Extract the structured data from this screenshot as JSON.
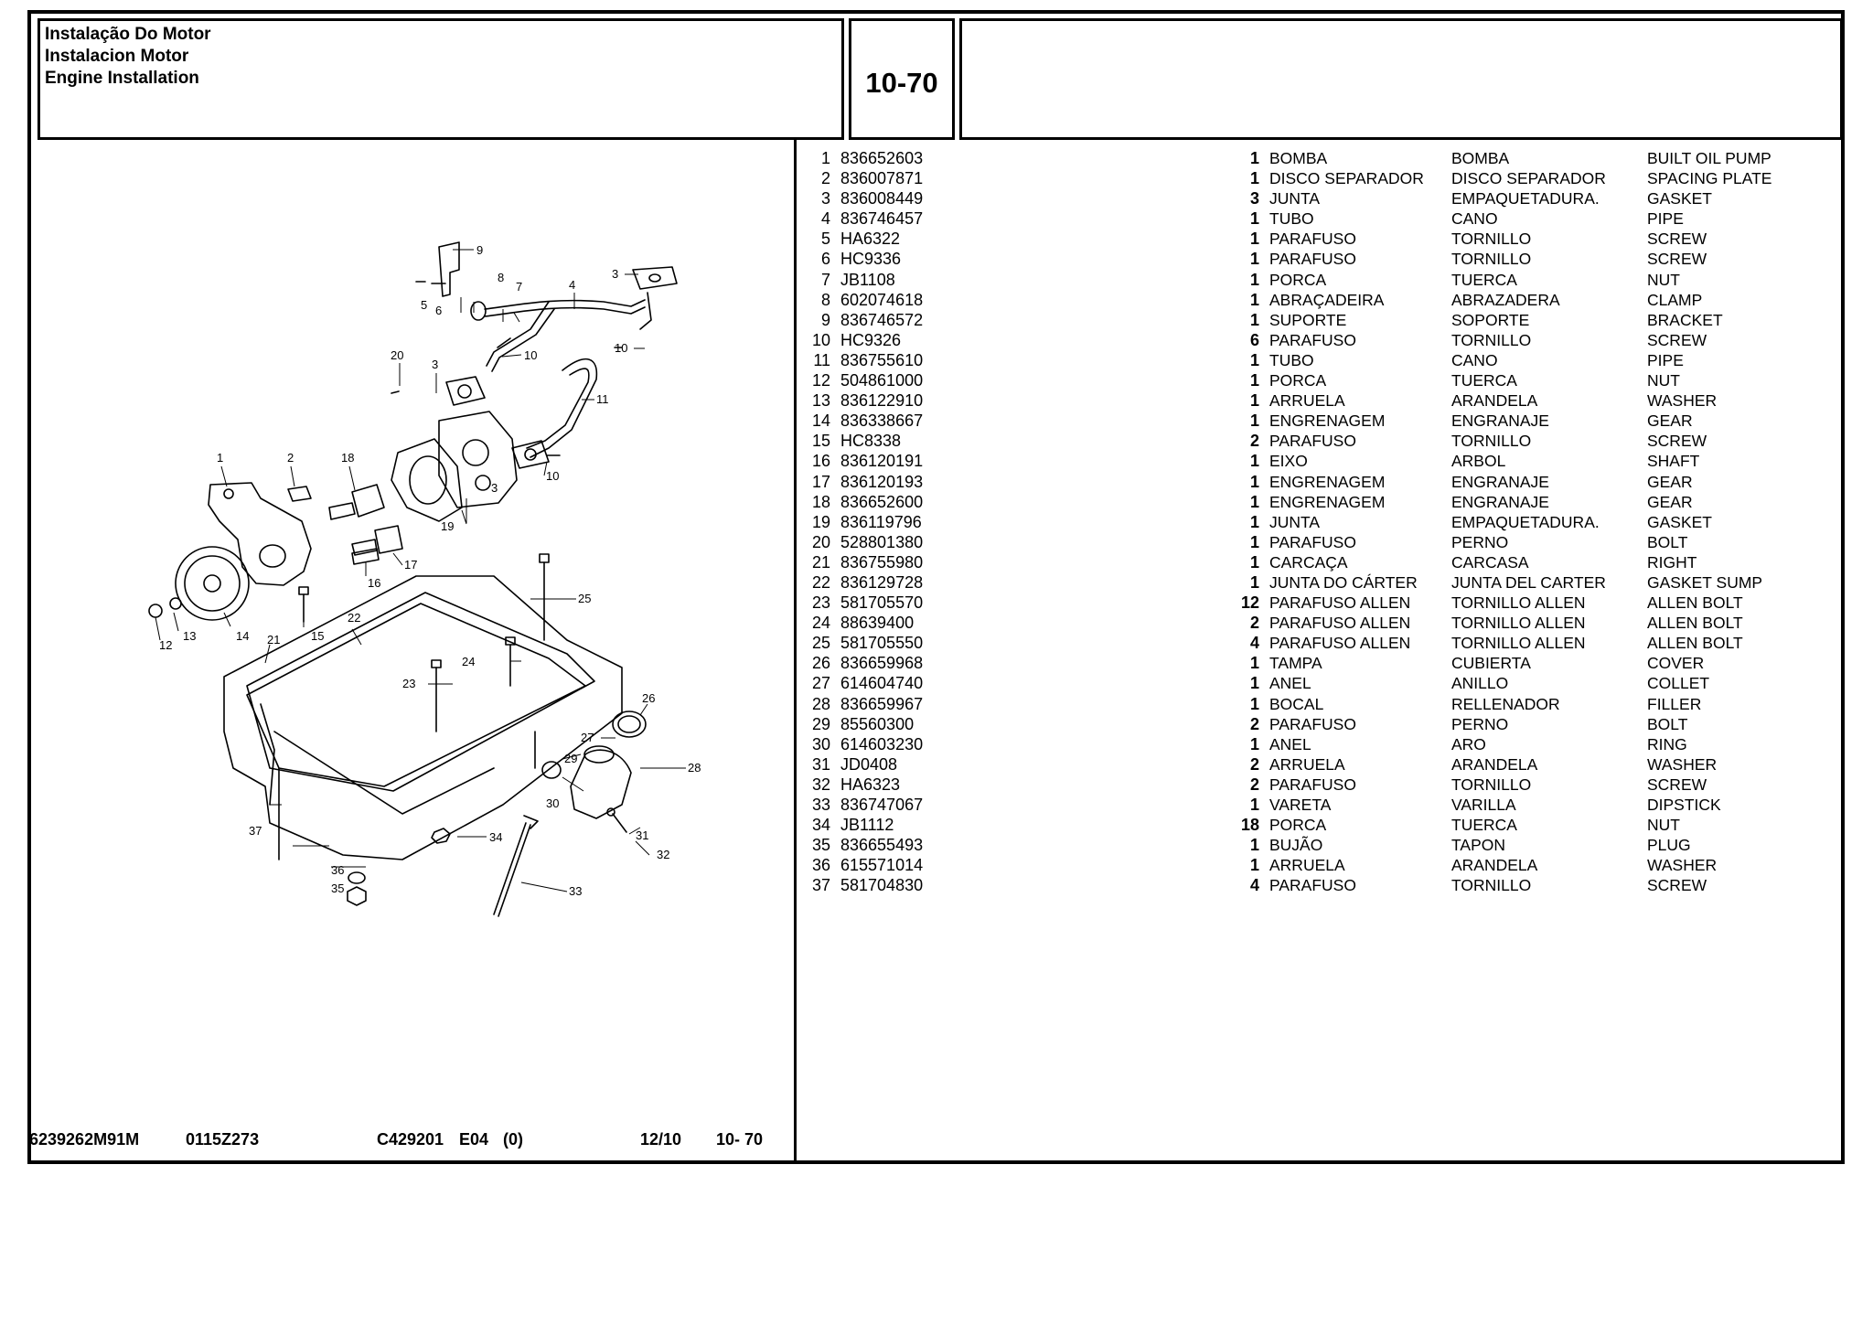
{
  "header": {
    "titles": [
      "Instalação Do Motor",
      "Instalacion Motor",
      "Engine Installation"
    ],
    "section_code": "10-70"
  },
  "diagram": {
    "callouts": [
      "1",
      "2",
      "3",
      "3",
      "3",
      "4",
      "5",
      "6",
      "7",
      "8",
      "9",
      "10",
      "10",
      "10",
      "11",
      "12",
      "13",
      "14",
      "15",
      "16",
      "17",
      "18",
      "19",
      "20",
      "21",
      "22",
      "23",
      "24",
      "25",
      "26",
      "27",
      "28",
      "29",
      "30",
      "31",
      "32",
      "33",
      "34",
      "35",
      "36",
      "37"
    ]
  },
  "footer": {
    "doc_number": "6239262M91M",
    "code": "0115Z273",
    "ref": "C429201",
    "edition": "E04",
    "rev": "(0)",
    "date": "12/10",
    "section": "10- 70"
  },
  "parts": [
    {
      "ref": "1",
      "part": "836652603",
      "qty": "1",
      "pt": "BOMBA",
      "es": "BOMBA",
      "en": "BUILT OIL PUMP"
    },
    {
      "ref": "2",
      "part": "836007871",
      "qty": "1",
      "pt": "DISCO SEPARADOR",
      "es": "DISCO SEPARADOR",
      "en": "SPACING PLATE"
    },
    {
      "ref": "3",
      "part": "836008449",
      "qty": "3",
      "pt": "JUNTA",
      "es": "EMPAQUETADURA.",
      "en": "GASKET"
    },
    {
      "ref": "4",
      "part": "836746457",
      "qty": "1",
      "pt": "TUBO",
      "es": "CANO",
      "en": "PIPE"
    },
    {
      "ref": "5",
      "part": "HA6322",
      "qty": "1",
      "pt": "PARAFUSO",
      "es": "TORNILLO",
      "en": "SCREW"
    },
    {
      "ref": "6",
      "part": "HC9336",
      "qty": "1",
      "pt": "PARAFUSO",
      "es": "TORNILLO",
      "en": "SCREW"
    },
    {
      "ref": "7",
      "part": "JB1108",
      "qty": "1",
      "pt": "PORCA",
      "es": "TUERCA",
      "en": "NUT"
    },
    {
      "ref": "8",
      "part": "602074618",
      "qty": "1",
      "pt": "ABRAÇADEIRA",
      "es": "ABRAZADERA",
      "en": "CLAMP"
    },
    {
      "ref": "9",
      "part": "836746572",
      "qty": "1",
      "pt": "SUPORTE",
      "es": "SOPORTE",
      "en": "BRACKET"
    },
    {
      "ref": "10",
      "part": "HC9326",
      "qty": "6",
      "pt": "PARAFUSO",
      "es": "TORNILLO",
      "en": "SCREW"
    },
    {
      "ref": "11",
      "part": "836755610",
      "qty": "1",
      "pt": "TUBO",
      "es": "CANO",
      "en": "PIPE"
    },
    {
      "ref": "12",
      "part": "504861000",
      "qty": "1",
      "pt": "PORCA",
      "es": "TUERCA",
      "en": "NUT"
    },
    {
      "ref": "13",
      "part": "836122910",
      "qty": "1",
      "pt": "ARRUELA",
      "es": "ARANDELA",
      "en": "WASHER"
    },
    {
      "ref": "14",
      "part": "836338667",
      "qty": "1",
      "pt": "ENGRENAGEM",
      "es": "ENGRANAJE",
      "en": "GEAR"
    },
    {
      "ref": "15",
      "part": "HC8338",
      "qty": "2",
      "pt": "PARAFUSO",
      "es": "TORNILLO",
      "en": "SCREW"
    },
    {
      "ref": "16",
      "part": "836120191",
      "qty": "1",
      "pt": "EIXO",
      "es": "ARBOL",
      "en": "SHAFT"
    },
    {
      "ref": "17",
      "part": "836120193",
      "qty": "1",
      "pt": "ENGRENAGEM",
      "es": "ENGRANAJE",
      "en": "GEAR"
    },
    {
      "ref": "18",
      "part": "836652600",
      "qty": "1",
      "pt": "ENGRENAGEM",
      "es": "ENGRANAJE",
      "en": "GEAR"
    },
    {
      "ref": "19",
      "part": "836119796",
      "qty": "1",
      "pt": "JUNTA",
      "es": "EMPAQUETADURA.",
      "en": "GASKET"
    },
    {
      "ref": "20",
      "part": "528801380",
      "qty": "1",
      "pt": "PARAFUSO",
      "es": "PERNO",
      "en": "BOLT"
    },
    {
      "ref": "21",
      "part": "836755980",
      "qty": "1",
      "pt": "CARCAÇA",
      "es": "CARCASA",
      "en": "RIGHT"
    },
    {
      "ref": "22",
      "part": "836129728",
      "qty": "1",
      "pt": "JUNTA DO CÁRTER",
      "es": "JUNTA DEL CARTER",
      "en": "GASKET SUMP"
    },
    {
      "ref": "23",
      "part": "581705570",
      "qty": "12",
      "pt": "PARAFUSO ALLEN",
      "es": "TORNILLO ALLEN",
      "en": "ALLEN BOLT"
    },
    {
      "ref": "24",
      "part": "88639400",
      "qty": "2",
      "pt": "PARAFUSO ALLEN",
      "es": "TORNILLO ALLEN",
      "en": "ALLEN BOLT"
    },
    {
      "ref": "25",
      "part": "581705550",
      "qty": "4",
      "pt": "PARAFUSO ALLEN",
      "es": "TORNILLO ALLEN",
      "en": "ALLEN BOLT"
    },
    {
      "ref": "26",
      "part": "836659968",
      "qty": "1",
      "pt": "TAMPA",
      "es": "CUBIERTA",
      "en": "COVER"
    },
    {
      "ref": "27",
      "part": "614604740",
      "qty": "1",
      "pt": "ANEL",
      "es": "ANILLO",
      "en": "COLLET"
    },
    {
      "ref": "28",
      "part": "836659967",
      "qty": "1",
      "pt": "BOCAL",
      "es": "RELLENADOR",
      "en": "FILLER"
    },
    {
      "ref": "29",
      "part": "85560300",
      "qty": "2",
      "pt": "PARAFUSO",
      "es": "PERNO",
      "en": "BOLT"
    },
    {
      "ref": "30",
      "part": "614603230",
      "qty": "1",
      "pt": "ANEL",
      "es": "ARO",
      "en": "RING"
    },
    {
      "ref": "31",
      "part": "JD0408",
      "qty": "2",
      "pt": "ARRUELA",
      "es": "ARANDELA",
      "en": "WASHER"
    },
    {
      "ref": "32",
      "part": "HA6323",
      "qty": "2",
      "pt": "PARAFUSO",
      "es": "TORNILLO",
      "en": "SCREW"
    },
    {
      "ref": "33",
      "part": "836747067",
      "qty": "1",
      "pt": "VARETA",
      "es": "VARILLA",
      "en": "DIPSTICK"
    },
    {
      "ref": "34",
      "part": "JB1112",
      "qty": "18",
      "pt": "PORCA",
      "es": "TUERCA",
      "en": "NUT"
    },
    {
      "ref": "35",
      "part": "836655493",
      "qty": "1",
      "pt": "BUJÃO",
      "es": "TAPON",
      "en": "PLUG"
    },
    {
      "ref": "36",
      "part": "615571014",
      "qty": "1",
      "pt": "ARRUELA",
      "es": "ARANDELA",
      "en": "WASHER"
    },
    {
      "ref": "37",
      "part": "581704830",
      "qty": "4",
      "pt": "PARAFUSO",
      "es": "TORNILLO",
      "en": "SCREW"
    }
  ]
}
